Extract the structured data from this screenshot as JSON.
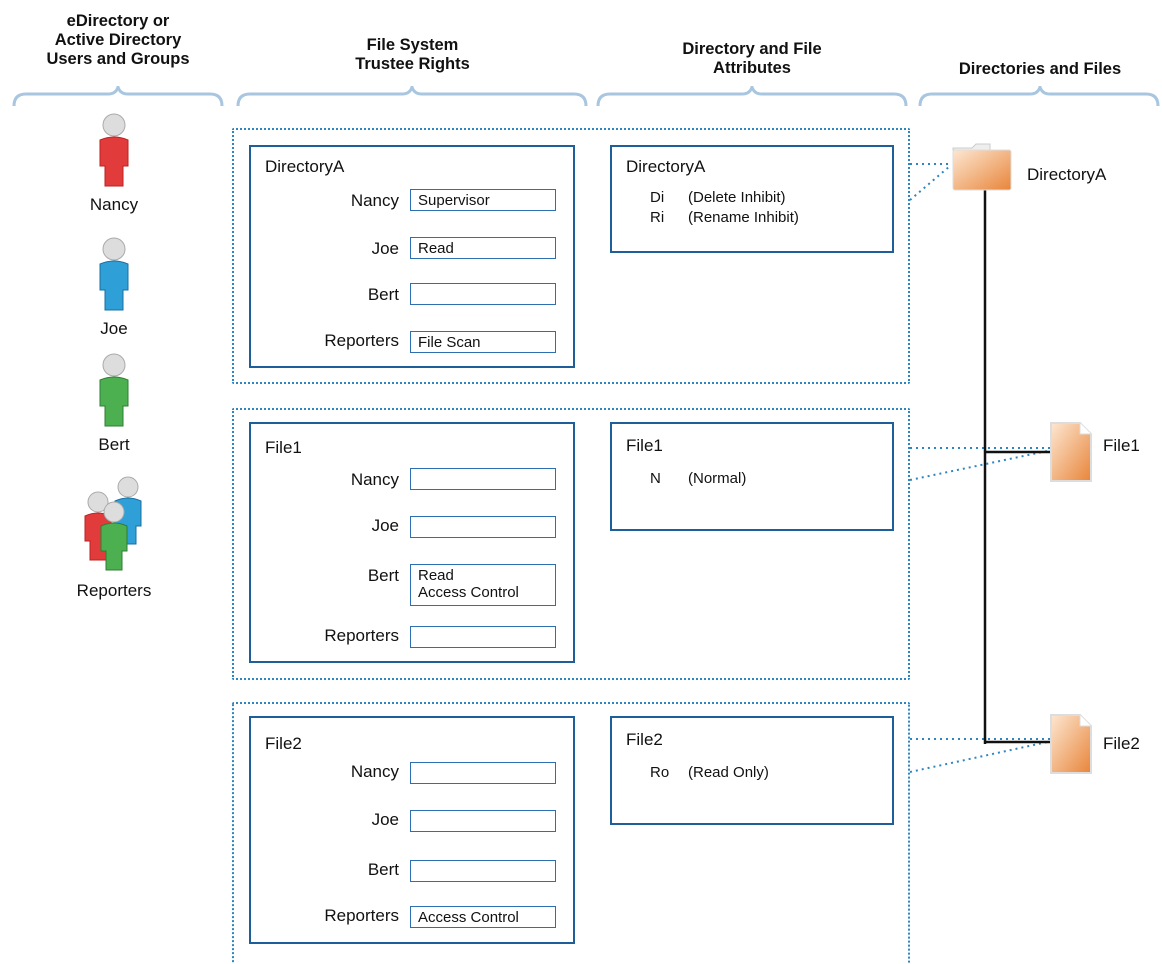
{
  "headers": {
    "users": [
      "eDirectory or",
      "Active Directory",
      "Users and Groups"
    ],
    "trustee": [
      "File System",
      "Trustee Rights"
    ],
    "attributes": [
      "Directory and File",
      "Attributes"
    ],
    "files": [
      "Directories and Files"
    ]
  },
  "users": [
    {
      "name": "Nancy",
      "color": "#e23b3b"
    },
    {
      "name": "Joe",
      "color": "#2f9fd8"
    },
    {
      "name": "Bert",
      "color": "#4caf50"
    },
    {
      "name": "Reporters",
      "color": "group"
    }
  ],
  "sections": [
    {
      "title": "DirectoryA",
      "rights": [
        {
          "user": "Nancy",
          "value": "Supervisor"
        },
        {
          "user": "Joe",
          "value": "Read"
        },
        {
          "user": "Bert",
          "value": ""
        },
        {
          "user": "Reporters",
          "value": "File Scan"
        }
      ],
      "attr_title": "DirectoryA",
      "attributes": [
        {
          "code": "Di",
          "desc": "(Delete Inhibit)"
        },
        {
          "code": "Ri",
          "desc": "(Rename Inhibit)"
        }
      ]
    },
    {
      "title": "File1",
      "rights": [
        {
          "user": "Nancy",
          "value": ""
        },
        {
          "user": "Joe",
          "value": ""
        },
        {
          "user": "Bert",
          "value": "Read\nAccess Control"
        },
        {
          "user": "Reporters",
          "value": ""
        }
      ],
      "attr_title": "File1",
      "attributes": [
        {
          "code": "N",
          "desc": "(Normal)"
        }
      ]
    },
    {
      "title": "File2",
      "rights": [
        {
          "user": "Nancy",
          "value": ""
        },
        {
          "user": "Joe",
          "value": ""
        },
        {
          "user": "Bert",
          "value": ""
        },
        {
          "user": "Reporters",
          "value": "Access Control"
        }
      ],
      "attr_title": "File2",
      "attributes": [
        {
          "code": "Ro",
          "desc": "(Read Only)"
        }
      ]
    }
  ],
  "tree": {
    "directory": "DirectoryA",
    "files": [
      "File1",
      "File2"
    ]
  },
  "colors": {
    "panel_border": "#1f5f99",
    "dotted": "#2e86c1",
    "brace": "#a9c6e0",
    "file_orange": "#e8853a"
  }
}
